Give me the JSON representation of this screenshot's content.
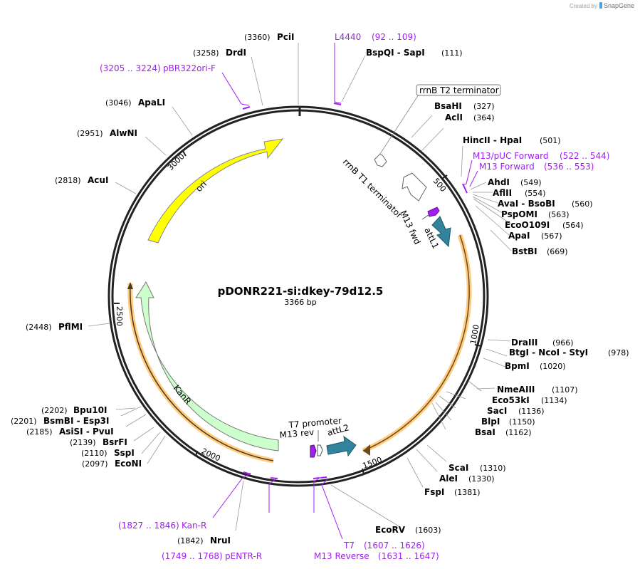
{
  "credit": {
    "prefix": "Created by",
    "brand": "SnapGene"
  },
  "plasmid": {
    "name": "pDONR221-si:dkey-79d12.5",
    "length_label": "3366 bp",
    "length": 3366
  },
  "ticks": [
    "500",
    "1000",
    "1500",
    "2000",
    "2500",
    "3000"
  ],
  "features": {
    "ori": "ori",
    "kanr": "KanR",
    "attl1": "attL1",
    "attl2": "attL2",
    "m13fwd": "M13 fwd",
    "m13rev": "M13 rev",
    "t7promoter": "T7 promoter",
    "rrnbt1": "rrnB T1 terminator",
    "rrnbt2": "rrnB T2 terminator"
  },
  "colors": {
    "ori": "#ffff00",
    "kanr": "#ccffcc",
    "att": "#31849b",
    "primer": "#a020f0",
    "orf_highlight": "#ffcc80",
    "backbone": "#222222"
  },
  "enzymes": [
    {
      "name": "PciI",
      "pos": "(3360)"
    },
    {
      "name": "DrdI",
      "pos": "(3258)"
    },
    {
      "name": "ApaLI",
      "pos": "(3046)"
    },
    {
      "name": "AlwNI",
      "pos": "(2951)"
    },
    {
      "name": "AcuI",
      "pos": "(2818)"
    },
    {
      "name": "PflMI",
      "pos": "(2448)"
    },
    {
      "name": "Bpu10I",
      "pos": "(2202)"
    },
    {
      "name": "BsmBI  - Esp3I",
      "pos": "(2201)"
    },
    {
      "name": "AsiSI  - PvuI",
      "pos": "(2185)"
    },
    {
      "name": "BsrFI",
      "pos": "(2139)"
    },
    {
      "name": "SspI",
      "pos": "(2110)"
    },
    {
      "name": "EcoNI",
      "pos": "(2097)"
    },
    {
      "name": "NruI",
      "pos": "(1842)"
    },
    {
      "name": "EcoRV",
      "pos": "(1603)"
    },
    {
      "name": "FspI",
      "pos": "(1381)"
    },
    {
      "name": "AleI",
      "pos": "(1330)"
    },
    {
      "name": "ScaI",
      "pos": "(1310)"
    },
    {
      "name": "BsaI",
      "pos": "(1162)"
    },
    {
      "name": "BlpI",
      "pos": "(1150)"
    },
    {
      "name": "SacI",
      "pos": "(1136)"
    },
    {
      "name": "Eco53kI",
      "pos": "(1134)"
    },
    {
      "name": "NmeAIII",
      "pos": "(1107)"
    },
    {
      "name": "BpmI",
      "pos": "(1020)"
    },
    {
      "name": "BtgI  - NcoI  - StyI",
      "pos": "(978)"
    },
    {
      "name": "DraIII",
      "pos": "(966)"
    },
    {
      "name": "BstBI",
      "pos": "(669)"
    },
    {
      "name": "ApaI",
      "pos": "(567)"
    },
    {
      "name": "EcoO109I",
      "pos": "(564)"
    },
    {
      "name": "PspOMI",
      "pos": "(563)"
    },
    {
      "name": "AvaI  - BsoBI",
      "pos": "(560)"
    },
    {
      "name": "AflII",
      "pos": "(554)"
    },
    {
      "name": "AhdI",
      "pos": "(549)"
    },
    {
      "name": "HincII  - HpaI",
      "pos": "(501)"
    },
    {
      "name": "AclI",
      "pos": "(364)"
    },
    {
      "name": "BsaHI",
      "pos": "(327)"
    },
    {
      "name": "BspQI  - SapI",
      "pos": "(111)"
    }
  ],
  "primers": [
    {
      "name": "L4440",
      "range": "(92 .. 109)"
    },
    {
      "name": "pBR322ori-F",
      "range": "(3205 .. 3224)"
    },
    {
      "name": "M13/pUC Forward",
      "range": "(522 .. 544)"
    },
    {
      "name": "M13 Forward",
      "range": "(536 .. 553)"
    },
    {
      "name": "Kan-R",
      "range": "(1827 .. 1846)"
    },
    {
      "name": "pENTR-R",
      "range": "(1749 .. 1768)"
    },
    {
      "name": "T7",
      "range": "(1607 .. 1626)"
    },
    {
      "name": "M13 Reverse",
      "range": "(1631 .. 1647)"
    }
  ]
}
